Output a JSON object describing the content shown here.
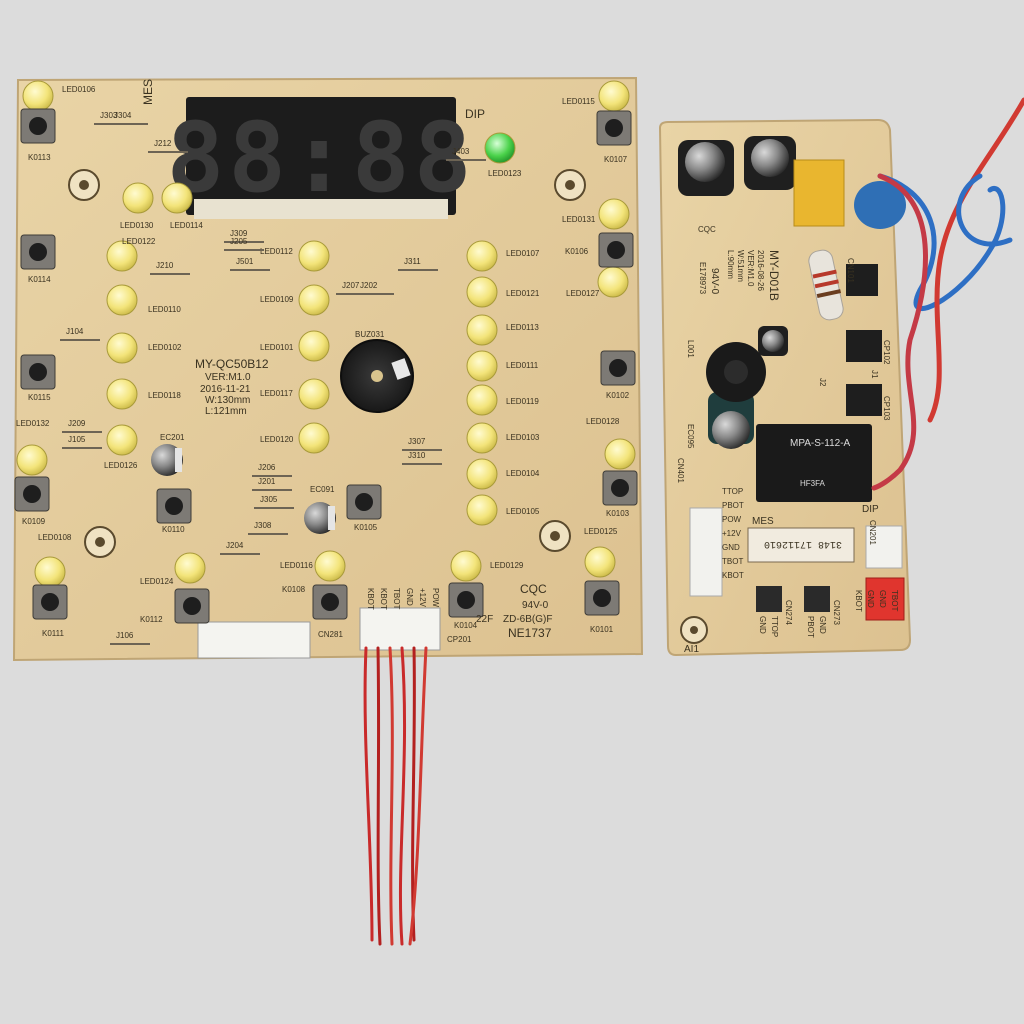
{
  "main_board": {
    "model": "MY-QC50B12",
    "version": "VER:M1.0",
    "date": "2016-11-21",
    "width": "W:130mm",
    "length": "L:121mm",
    "mes": "MES",
    "dip": "DIP",
    "cqc": "CQC",
    "rating": "94V-0",
    "batch_left": "22F",
    "batch_code": "ZD-6B(G)F",
    "serial": "NE1737",
    "buzzer": "BUZ031",
    "connector_cn": "CN281",
    "connector_cp": "CP201",
    "display_digits": "88:88",
    "pin_labels": [
      "KBOT",
      "KBOT",
      "TBOT",
      "GND",
      "+12V",
      "POW"
    ],
    "led_labels": [
      "LED0106",
      "LED0115",
      "LED0123",
      "LED0130",
      "LED0114",
      "LED0131",
      "LED0122",
      "LED0112",
      "LED0107",
      "LED0110",
      "LED0109",
      "LED0121",
      "LED0127",
      "LED0102",
      "LED0101",
      "LED0113",
      "LED0111",
      "LED0118",
      "LED0117",
      "LED0119",
      "LED0132",
      "LED0120",
      "LED0103",
      "LED0128",
      "LED0126",
      "LED0104",
      "LED0105",
      "LED0108",
      "LED0116",
      "LED0129",
      "LED0125",
      "LED0124"
    ],
    "key_labels": [
      "K0113",
      "K0107",
      "K0114",
      "K0106",
      "K0115",
      "K0102",
      "K0109",
      "K0110",
      "K0105",
      "K0103",
      "K0111",
      "K0112",
      "K0108",
      "K0104",
      "K0101"
    ],
    "jumper_labels": [
      "J309",
      "J205",
      "J501",
      "J311",
      "J207",
      "J202",
      "J104",
      "J209",
      "J105",
      "J307",
      "J310",
      "J206",
      "J201",
      "J305",
      "J308",
      "J204",
      "J106",
      "J210",
      "J212",
      "J303",
      "J304",
      "J403"
    ],
    "cap_labels": [
      "EC201",
      "EC091"
    ]
  },
  "power_board": {
    "model": "MY-D01B",
    "date": "2016-08-26",
    "version": "VER:M1.0",
    "width": "W:51mm",
    "length": "L:90mm",
    "mes": "MES",
    "dip": "DIP",
    "cqc": "CQC",
    "rating": "94V-0",
    "barcode_text": "3148 17112610",
    "relay_model": "HF3FA",
    "relay_text": "MPA-S-112-A",
    "ul_code": "E178973",
    "pin_labels": [
      "TTOP",
      "PBOT",
      "POW",
      "+12V",
      "GND",
      "TBOT",
      "KBOT"
    ],
    "terminal_labels": [
      "CN101",
      "CP102",
      "CP103",
      "J1",
      "J2",
      "CN274",
      "CN273",
      "CN201",
      "L001",
      "EC095",
      "CN401"
    ],
    "bottom_labels": [
      "GND",
      "TTOP",
      "PBOT",
      "GND",
      "KBOT",
      "GND",
      "GND",
      "TBOT"
    ],
    "ai_label": "AI1"
  }
}
